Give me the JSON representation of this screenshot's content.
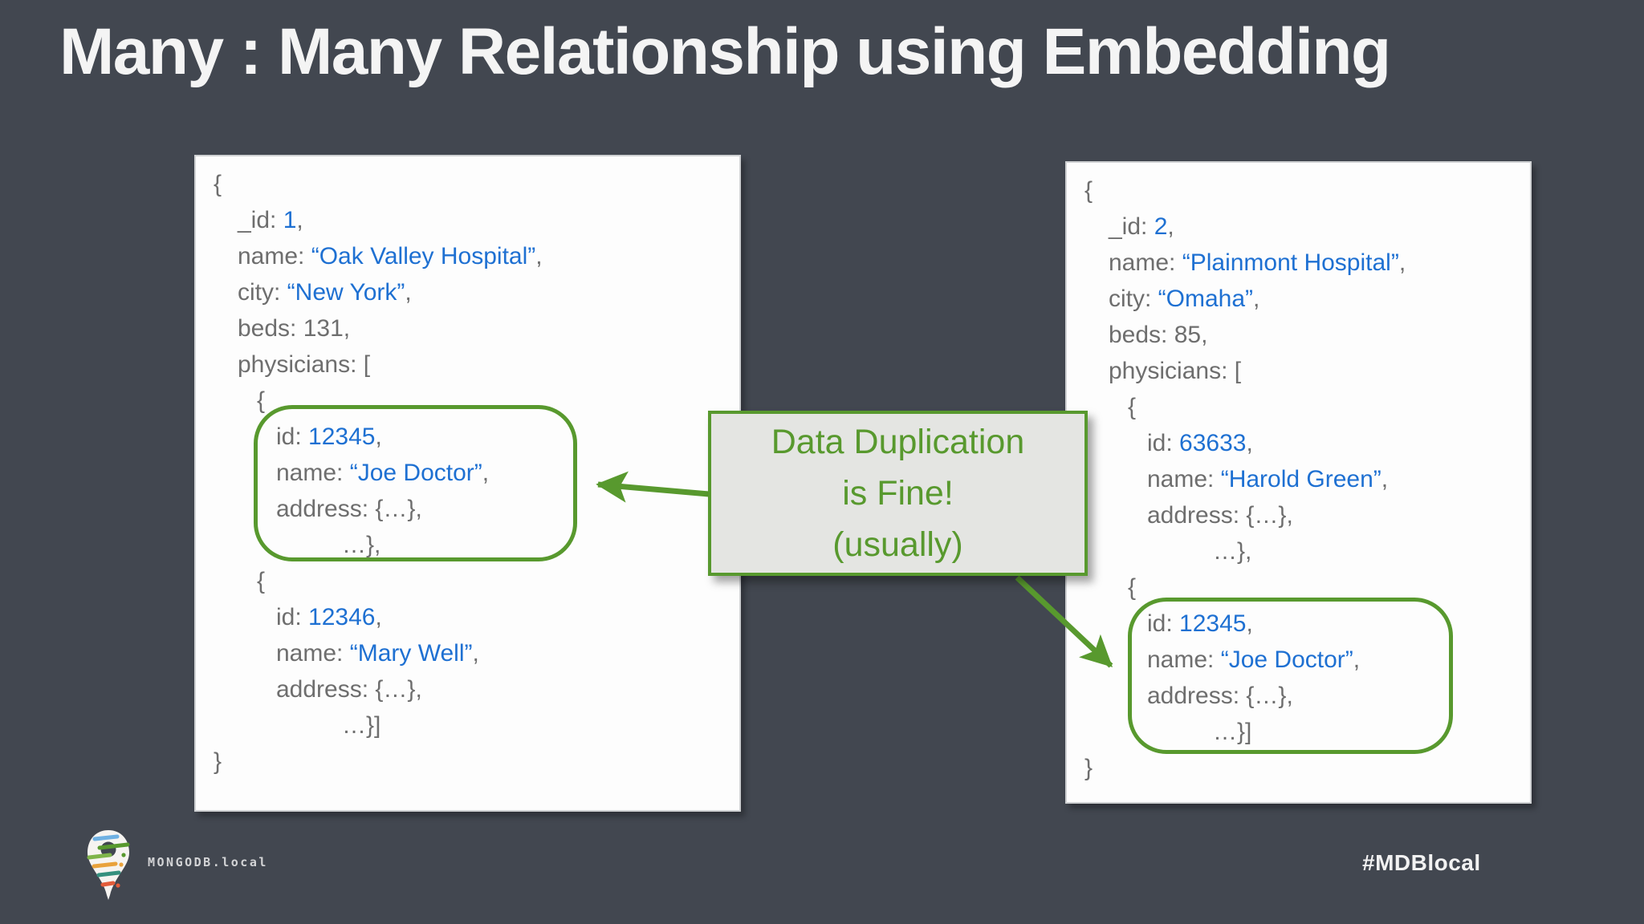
{
  "slide": {
    "title": "Many : Many Relationship using Embedding",
    "hashtag": "#MDBlocal",
    "logo_text": "MONGODB.local"
  },
  "colors": {
    "background": "#424750",
    "title_text": "#f4f4f4",
    "card_background": "#fdfdfd",
    "key_gray": "#6e6e6e",
    "value_blue": "#1e70d2",
    "accent_green": "#58992e",
    "callout_background": "#e4e5e2",
    "logo_text_gray": "#d3d4d6"
  },
  "callout": {
    "lines": [
      "Data Duplication",
      "is Fine!",
      "(usually)"
    ]
  },
  "documents": [
    {
      "title": "hospital-document-1",
      "lines": [
        {
          "i": 0,
          "seg": [
            [
              "k",
              "{"
            ]
          ]
        },
        {
          "i": 1,
          "seg": [
            [
              "k",
              "_id: "
            ],
            [
              "v",
              "1"
            ],
            [
              "k",
              ","
            ]
          ]
        },
        {
          "i": 1,
          "seg": [
            [
              "k",
              "name: "
            ],
            [
              "v",
              "“Oak Valley Hospital”"
            ],
            [
              "k",
              ","
            ]
          ]
        },
        {
          "i": 1,
          "seg": [
            [
              "k",
              "city: "
            ],
            [
              "v",
              "“New York”"
            ],
            [
              "k",
              ","
            ]
          ]
        },
        {
          "i": 1,
          "seg": [
            [
              "k",
              "beds: 131,"
            ]
          ]
        },
        {
          "i": 1,
          "seg": [
            [
              "k",
              "physicians: ["
            ]
          ]
        },
        {
          "i": 2,
          "seg": [
            [
              "k",
              "{"
            ]
          ]
        },
        {
          "i": 3,
          "seg": [
            [
              "k",
              "id: "
            ],
            [
              "v",
              "12345"
            ],
            [
              "k",
              ","
            ]
          ]
        },
        {
          "i": 3,
          "seg": [
            [
              "k",
              "name: "
            ],
            [
              "v",
              "“Joe Doctor”"
            ],
            [
              "k",
              ","
            ]
          ]
        },
        {
          "i": 3,
          "seg": [
            [
              "k",
              "address: {…},"
            ]
          ]
        },
        {
          "i": 4,
          "seg": [
            [
              "k",
              "…},"
            ]
          ]
        },
        {
          "i": 2,
          "seg": [
            [
              "k",
              "{"
            ]
          ]
        },
        {
          "i": 3,
          "seg": [
            [
              "k",
              "id: "
            ],
            [
              "v",
              "12346"
            ],
            [
              "k",
              ","
            ]
          ]
        },
        {
          "i": 3,
          "seg": [
            [
              "k",
              "name: "
            ],
            [
              "v",
              "“Mary Well”"
            ],
            [
              "k",
              ","
            ]
          ]
        },
        {
          "i": 3,
          "seg": [
            [
              "k",
              "address: {…},"
            ]
          ]
        },
        {
          "i": 4,
          "seg": [
            [
              "k",
              "…}]"
            ]
          ]
        },
        {
          "i": 0,
          "seg": [
            [
              "k",
              "}"
            ]
          ]
        }
      ]
    },
    {
      "title": "hospital-document-2",
      "lines": [
        {
          "i": 0,
          "seg": [
            [
              "k",
              "{"
            ]
          ]
        },
        {
          "i": 1,
          "seg": [
            [
              "k",
              "_id: "
            ],
            [
              "v",
              "2"
            ],
            [
              "k",
              ","
            ]
          ]
        },
        {
          "i": 1,
          "seg": [
            [
              "k",
              "name: "
            ],
            [
              "v",
              "“Plainmont Hospital”"
            ],
            [
              "k",
              ","
            ]
          ]
        },
        {
          "i": 1,
          "seg": [
            [
              "k",
              "city: "
            ],
            [
              "v",
              "“Omaha”"
            ],
            [
              "k",
              ","
            ]
          ]
        },
        {
          "i": 1,
          "seg": [
            [
              "k",
              "beds: 85,"
            ]
          ]
        },
        {
          "i": 1,
          "seg": [
            [
              "k",
              "physicians: ["
            ]
          ]
        },
        {
          "i": 2,
          "seg": [
            [
              "k",
              "{"
            ]
          ]
        },
        {
          "i": 3,
          "seg": [
            [
              "k",
              "id: "
            ],
            [
              "v",
              "63633"
            ],
            [
              "k",
              ","
            ]
          ]
        },
        {
          "i": 3,
          "seg": [
            [
              "k",
              "name: "
            ],
            [
              "v",
              "“Harold Green”"
            ],
            [
              "k",
              ","
            ]
          ]
        },
        {
          "i": 3,
          "seg": [
            [
              "k",
              "address: {…},"
            ]
          ]
        },
        {
          "i": 4,
          "seg": [
            [
              "k",
              "…},"
            ]
          ]
        },
        {
          "i": 2,
          "seg": [
            [
              "k",
              "{"
            ]
          ]
        },
        {
          "i": 3,
          "seg": [
            [
              "k",
              "id: "
            ],
            [
              "v",
              "12345"
            ],
            [
              "k",
              ","
            ]
          ]
        },
        {
          "i": 3,
          "seg": [
            [
              "k",
              "name: "
            ],
            [
              "v",
              "“Joe Doctor”"
            ],
            [
              "k",
              ","
            ]
          ]
        },
        {
          "i": 3,
          "seg": [
            [
              "k",
              "address: {…},"
            ]
          ]
        },
        {
          "i": 4,
          "seg": [
            [
              "k",
              "…}]"
            ]
          ]
        },
        {
          "i": 0,
          "seg": [
            [
              "k",
              "}"
            ]
          ]
        }
      ]
    }
  ]
}
